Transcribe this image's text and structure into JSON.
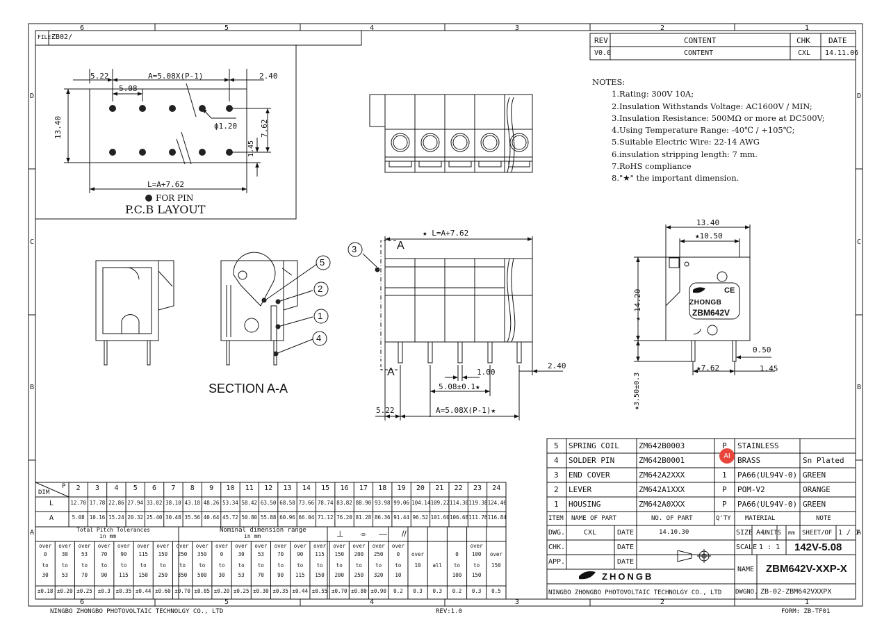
{
  "border": {
    "top_zones": [
      "6",
      "5",
      "4",
      "3",
      "2",
      "1"
    ],
    "bottom_zones": [
      "6",
      "5",
      "4",
      "3",
      "2",
      "1"
    ],
    "side_zones": [
      "D",
      "C",
      "B",
      "A"
    ],
    "file_label": "FILE:",
    "file_value": "ZB02/"
  },
  "revision": {
    "headers": [
      "REV",
      "CONTENT",
      "CHK",
      "DATE"
    ],
    "rows": [
      [
        "V0.0",
        "CONTENT",
        "CXL",
        "14.11.06"
      ]
    ]
  },
  "notes": {
    "title": "NOTES:",
    "items": [
      "1.Rating: 300V 10A;",
      "2.Insulation Withstands Voltage: AC1600V / MIN;",
      "3.Insulation Resistance: 500MΩ or more at DC500V;",
      "4.Using Temperature Range: -40℃ / +105℃;",
      "5.Suitable Electric Wire: 22-14  AWG",
      "6.insulation stripping length: 7 mm.",
      "7.RoHS compliance",
      "8.\"★\" the important dimension."
    ]
  },
  "pcb": {
    "dim_522": "5.22",
    "dim_a": "A=5.08X(P-1)",
    "dim_240": "2.40",
    "dim_508": "5.08",
    "dim_1340": "13.40",
    "dim_hole": "ϕ1.20",
    "dim_762": "7.62",
    "dim_145": "1.45",
    "dim_l": "L=A+7.62",
    "for_pin": "FOR PIN",
    "title": "P.C.B LAYOUT"
  },
  "section": {
    "title": "SECTION A-A",
    "balloons": [
      "5",
      "2",
      "1",
      "4"
    ]
  },
  "front": {
    "balloon": "3",
    "dim_l": "★ L=A+7.62",
    "cut_a_top": "A",
    "cut_a_bottom": "A",
    "dim_100": "1.00",
    "dim_pitch": "5.08±0.1★",
    "dim_a": "A=5.08X(P-1)★",
    "dim_522": "5.22",
    "dim_240": "2.40"
  },
  "side": {
    "dim_1340": "13.40",
    "dim_1050": "★10.50",
    "dim_1420": "★ 14.20",
    "dim_350": "★3.50±0.3",
    "dim_762": "★7.62",
    "dim_050": "0.50",
    "dim_145": "1.45",
    "brand": "ZHONGB",
    "model": "ZBM642V",
    "ce": "CE"
  },
  "bom": {
    "rows": [
      {
        "no": "5",
        "name": "SPRING COIL",
        "part": "ZM642B0003",
        "qty": "P",
        "material": "STAINLESS",
        "note": ""
      },
      {
        "no": "4",
        "name": "SOLDER PIN",
        "part": "ZM642B0001",
        "qty": "",
        "material": "BRASS",
        "note": "Sn Plated"
      },
      {
        "no": "3",
        "name": "END COVER",
        "part": "ZM642A2XXX",
        "qty": "1",
        "material": "PA66(UL94V-0)",
        "note": "GREEN"
      },
      {
        "no": "2",
        "name": "LEVER",
        "part": "ZM642A1XXX",
        "qty": "P",
        "material": "POM-V2",
        "note": "ORANGE"
      },
      {
        "no": "1",
        "name": "HOUSING",
        "part": "ZM642A0XXX",
        "qty": "P",
        "material": "PA66(UL94V-0)",
        "note": "GREEN"
      }
    ],
    "headers": [
      "ITEM",
      "NAME OF PART",
      "NO. OF PART",
      "Q'TY",
      "MATERIAL",
      "NOTE"
    ]
  },
  "title_block": {
    "dwg_label": "DWG.",
    "dwg_name": "CXL",
    "date_label": "DATE",
    "dwg_date": "14.10.30",
    "chk_label": "CHK.",
    "app_label": "APP.",
    "size_label": "SIZE",
    "size_value": "A4",
    "units_label": "UNITS",
    "units_value": "mm",
    "sheet_label": "SHEET/OF",
    "sheet_value": "1 / 1",
    "scale_label": "SCALE",
    "scale_value": "1 : 1",
    "part_no": "142V-5.08",
    "name_label": "NAME",
    "name_value": "ZBM642V-XXP-X",
    "company": "NINGBO ZHONGBO PHOTOVOLTAIC TECHNOLGY CO., LTD",
    "dwgno_label": "DWGNO.",
    "dwgno_value": "ZB-02-ZBM642VXXPX",
    "logo_text": "ZHONGB"
  },
  "dim_table": {
    "corner_top": "P",
    "corner_bottom": "DIM",
    "poles": [
      "2",
      "3",
      "4",
      "5",
      "6",
      "7",
      "8",
      "9",
      "10",
      "11",
      "12",
      "13",
      "14",
      "15",
      "16",
      "17",
      "18",
      "19",
      "20",
      "21",
      "22",
      "23",
      "24"
    ],
    "L_label": "L",
    "L": [
      "12.70",
      "17.78",
      "22.86",
      "27.94",
      "33.02",
      "38.10",
      "43.18",
      "48.26",
      "53.34",
      "58.42",
      "63.50",
      "68.58",
      "73.66",
      "78.74",
      "83.82",
      "88.90",
      "93.98",
      "99.06",
      "104.14",
      "109.22",
      "114.30",
      "119.38",
      "124.46"
    ],
    "A_label": "A",
    "A": [
      "5.08",
      "10.16",
      "15.24",
      "20.32",
      "25.40",
      "30.48",
      "35.56",
      "40.64",
      "45.72",
      "50.80",
      "55.88",
      "60.96",
      "66.04",
      "71.12",
      "76.20",
      "81.28",
      "86.36",
      "91.44",
      "96.52",
      "101.60",
      "106.68",
      "111.76",
      "116.84"
    ]
  },
  "tolerance": {
    "pitch_title": "Total Pitch Tolerances",
    "pitch_unit": "in mm",
    "nominal_title": "Nominal dimension range",
    "nominal_unit": "in mm",
    "geo_symbols": [
      "⊥",
      "⌯",
      "—",
      "//"
    ],
    "cols": [
      [
        "over",
        "0",
        "to",
        "30",
        "±0.18"
      ],
      [
        "over",
        "30",
        "to",
        "53",
        "±0.20"
      ],
      [
        "over",
        "53",
        "to",
        "70",
        "±0.25"
      ],
      [
        "over",
        "70",
        "to",
        "90",
        "±0.3"
      ],
      [
        "over",
        "90",
        "to",
        "115",
        "±0.35"
      ],
      [
        "over",
        "115",
        "to",
        "150",
        "±0.44"
      ],
      [
        "over",
        "150",
        "to",
        "250",
        "±0.60"
      ],
      [
        "over",
        "250",
        "to",
        "350",
        "±0.70"
      ],
      [
        "over",
        "350",
        "to",
        "500",
        "±0.85"
      ],
      [
        "over",
        "0",
        "to",
        "30",
        "±0.20"
      ],
      [
        "over",
        "30",
        "to",
        "53",
        "±0.25"
      ],
      [
        "over",
        "53",
        "to",
        "70",
        "±0.30"
      ],
      [
        "over",
        "70",
        "to",
        "90",
        "±0.35"
      ],
      [
        "over",
        "90",
        "to",
        "115",
        "±0.44"
      ],
      [
        "over",
        "115",
        "to",
        "150",
        "±0.55"
      ],
      [
        "over",
        "150",
        "to",
        "200",
        "±0.70"
      ],
      [
        "over",
        "200",
        "to",
        "250",
        "±0.80"
      ],
      [
        "over",
        "250",
        "to",
        "320",
        "±0.90"
      ],
      [
        "over",
        "0",
        "to",
        "10",
        "0.2"
      ],
      [
        "",
        "over",
        "10",
        "",
        "0.3"
      ],
      [
        "",
        "",
        "all",
        "",
        "0.3"
      ],
      [
        "",
        "0",
        "to",
        "100",
        "0.2"
      ],
      [
        "over",
        "100",
        "to",
        "150",
        "0.3"
      ],
      [
        "",
        "over",
        "150",
        "",
        "0.5"
      ]
    ]
  },
  "footer": {
    "company": "NINGBO ZHONGBO PHOTOVOLTAIC TECHNOLGY CO., LTD",
    "rev": "REV:1.0",
    "form": "FORM: ZB-TF01"
  },
  "badge": {
    "label": "AI"
  }
}
